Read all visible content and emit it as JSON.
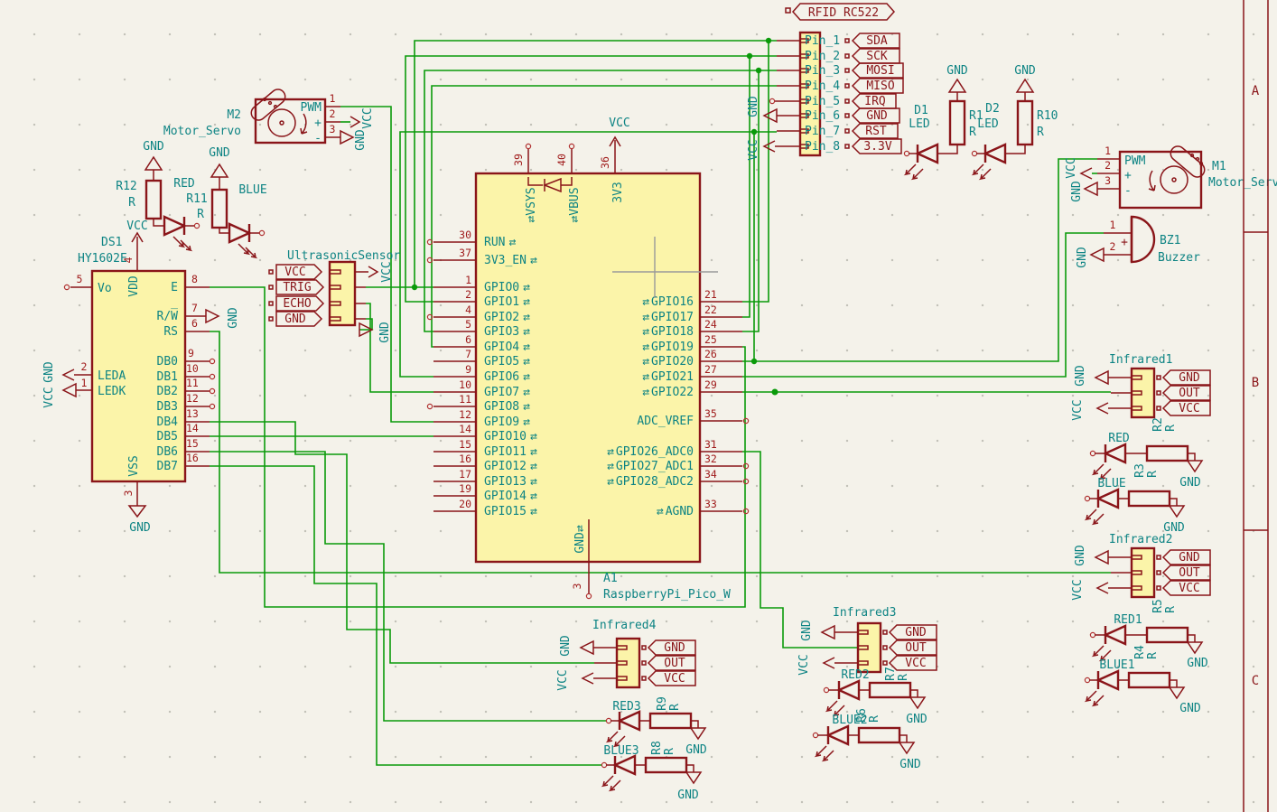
{
  "labels": {
    "gnd": "GND",
    "vcc": "VCC",
    "r": "R"
  },
  "sheet": {
    "zones": [
      "A",
      "B",
      "C"
    ]
  },
  "rfid": {
    "title": "RFID RC522",
    "pins": [
      {
        "name": "Pin_1",
        "flag": "SDA"
      },
      {
        "name": "Pin_2",
        "flag": "SCK"
      },
      {
        "name": "Pin_3",
        "flag": "MOSI"
      },
      {
        "name": "Pin_4",
        "flag": "MISO"
      },
      {
        "name": "Pin_5",
        "flag": "IRQ"
      },
      {
        "name": "Pin_6",
        "flag": "GND"
      },
      {
        "name": "Pin_7",
        "flag": "RST"
      },
      {
        "name": "Pin_8",
        "flag": "3.3V"
      }
    ]
  },
  "pico": {
    "ref": "A1",
    "value": "RaspberryPi_Pico_W",
    "vcc": "VCC",
    "top": [
      {
        "n": "39",
        "name": "VSYS",
        "g": "⇄"
      },
      {
        "n": "40",
        "name": "VBUS",
        "g": "⇄"
      },
      {
        "n": "36",
        "name": "3V3",
        "g": ""
      }
    ],
    "left": [
      {
        "n": "30",
        "name": "RUN",
        "g": "⇄"
      },
      {
        "n": "37",
        "name": "3V3_EN",
        "g": "⇄"
      },
      {
        "n": "1",
        "name": "GPIO0",
        "g": "⇄"
      },
      {
        "n": "2",
        "name": "GPIO1",
        "g": "⇄"
      },
      {
        "n": "4",
        "name": "GPIO2",
        "g": "⇄"
      },
      {
        "n": "5",
        "name": "GPIO3",
        "g": "⇄"
      },
      {
        "n": "6",
        "name": "GPIO4",
        "g": "⇄"
      },
      {
        "n": "7",
        "name": "GPIO5",
        "g": "⇄"
      },
      {
        "n": "9",
        "name": "GPIO6",
        "g": "⇄"
      },
      {
        "n": "10",
        "name": "GPIO7",
        "g": "⇄"
      },
      {
        "n": "11",
        "name": "GPIO8",
        "g": "⇄"
      },
      {
        "n": "12",
        "name": "GPIO9",
        "g": "⇄"
      },
      {
        "n": "14",
        "name": "GPIO10",
        "g": "⇄"
      },
      {
        "n": "15",
        "name": "GPIO11",
        "g": "⇄"
      },
      {
        "n": "16",
        "name": "GPIO12",
        "g": "⇄"
      },
      {
        "n": "17",
        "name": "GPIO13",
        "g": "⇄"
      },
      {
        "n": "19",
        "name": "GPIO14",
        "g": "⇄"
      },
      {
        "n": "20",
        "name": "GPIO15",
        "g": "⇄"
      }
    ],
    "right": [
      {
        "n": "21",
        "name": "GPIO16",
        "g": "⇄"
      },
      {
        "n": "22",
        "name": "GPIO17",
        "g": "⇄"
      },
      {
        "n": "24",
        "name": "GPIO18",
        "g": "⇄"
      },
      {
        "n": "25",
        "name": "GPIO19",
        "g": "⇄"
      },
      {
        "n": "26",
        "name": "GPIO20",
        "g": "⇄"
      },
      {
        "n": "27",
        "name": "GPIO21",
        "g": "⇄"
      },
      {
        "n": "29",
        "name": "GPIO22",
        "g": "⇄"
      },
      {
        "n": "35",
        "name": "ADC_VREF",
        "g": ""
      },
      {
        "n": "31",
        "name": "GPIO26_ADC0",
        "g": "⇄"
      },
      {
        "n": "32",
        "name": "GPIO27_ADC1",
        "g": "⇄"
      },
      {
        "n": "34",
        "name": "GPIO28_ADC2",
        "g": "⇄"
      },
      {
        "n": "33",
        "name": "AGND",
        "g": "⇄"
      }
    ],
    "bottom": {
      "n": "3",
      "name": "GND",
      "g": "⇄"
    }
  },
  "lcd": {
    "ref": "DS1",
    "value": "HY1602E",
    "left": [
      {
        "n": "5",
        "name": "Vo"
      },
      {
        "n": "2",
        "name": "LEDA"
      },
      {
        "n": "1",
        "name": "LEDK"
      }
    ],
    "top": {
      "n": "4",
      "name": "VDD"
    },
    "bottom": {
      "n": "3",
      "name": "VSS"
    },
    "right": [
      {
        "n": "8",
        "name": "E"
      },
      {
        "n": "7",
        "name": "R/W̅"
      },
      {
        "n": "6",
        "name": "RS"
      },
      {
        "n": "9",
        "name": "DB0"
      },
      {
        "n": "10",
        "name": "DB1"
      },
      {
        "n": "11",
        "name": "DB2"
      },
      {
        "n": "12",
        "name": "DB3"
      },
      {
        "n": "13",
        "name": "DB4"
      },
      {
        "n": "14",
        "name": "DB5"
      },
      {
        "n": "15",
        "name": "DB6"
      },
      {
        "n": "16",
        "name": "DB7"
      }
    ]
  },
  "ultrasonic": {
    "title": "UltrasonicSensor",
    "flags": [
      "VCC",
      "TRIG",
      "ECHO",
      "GND"
    ]
  },
  "servo_m2": {
    "ref": "M2",
    "value": "Motor_Servo",
    "pins": [
      {
        "n": "1",
        "name": "PWM"
      },
      {
        "n": "2",
        "name": "+"
      },
      {
        "n": "3",
        "name": "-"
      }
    ]
  },
  "servo_m1": {
    "ref": "M1",
    "value": "Motor_Servo",
    "pins": [
      {
        "n": "1",
        "name": "PWM"
      },
      {
        "n": "2",
        "name": "+"
      },
      {
        "n": "3",
        "name": "-"
      }
    ]
  },
  "buzzer": {
    "ref": "BZ1",
    "value": "Buzzer",
    "plus": "+",
    "pins": [
      "1",
      "2"
    ]
  },
  "d_leds": [
    {
      "ref": "D1",
      "value": "LED",
      "res": "R1"
    },
    {
      "ref": "D2",
      "value": "LED",
      "res": "R10"
    }
  ],
  "left_leds": {
    "res1": "R12",
    "led1": "RED",
    "res2": "R11",
    "led2": "BLUE"
  },
  "infrared": [
    {
      "title": "Infrared1",
      "flags": [
        "GND",
        "OUT",
        "VCC"
      ],
      "rows": [
        {
          "led": "RED",
          "res": "R2"
        },
        {
          "led": "BLUE",
          "res": "R3"
        }
      ]
    },
    {
      "title": "Infrared2",
      "flags": [
        "GND",
        "OUT",
        "VCC"
      ],
      "rows": [
        {
          "led": "RED1",
          "res": "R5"
        },
        {
          "led": "BLUE1",
          "res": "R4"
        }
      ]
    },
    {
      "title": "Infrared3",
      "flags": [
        "GND",
        "OUT",
        "VCC"
      ],
      "rows": [
        {
          "led": "RED2",
          "res": "R7"
        },
        {
          "led": "BLUE2",
          "res": "R6"
        }
      ]
    },
    {
      "title": "Infrared4",
      "flags": [
        "GND",
        "OUT",
        "VCC"
      ],
      "rows": [
        {
          "led": "RED3",
          "res": "R9"
        },
        {
          "led": "BLUE3",
          "res": "R8"
        }
      ]
    }
  ]
}
